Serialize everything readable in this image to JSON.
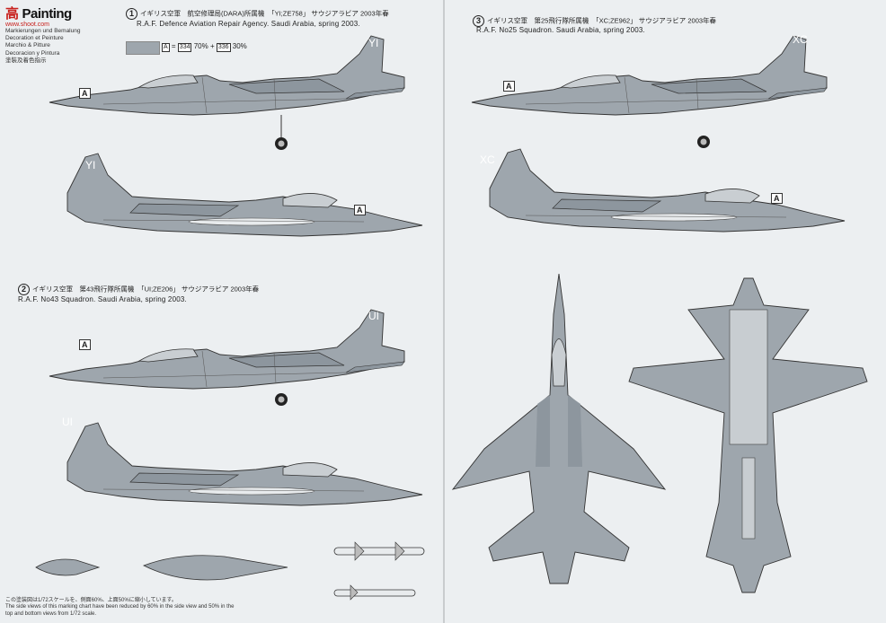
{
  "logo": {
    "main": "高",
    "paint": "Painting",
    "sub": "www.shoot.com"
  },
  "lang_lines": [
    "Markierungen und Bemalung",
    "Decoration et Peinture",
    "Marchio & Pitture",
    "Decoracion y Pintura",
    "塗裝及着色指示"
  ],
  "schemes": [
    {
      "number": "1",
      "jp": "イギリス空軍　航空修理局(DARA)所属機　「YI;ZE758」 サウジアラビア 2003年春",
      "en": "R.A.F. Defence Aviation Repair Agency. Saudi Arabia, spring 2003.",
      "code": "YI",
      "serial": "ZE758"
    },
    {
      "number": "2",
      "jp": "イギリス空軍　第43飛行隊所属機　「UI;ZE206」 サウジアラビア 2003年春",
      "en": "R.A.F. No43 Squadron. Saudi Arabia, spring 2003.",
      "code": "UI",
      "serial": "ZE206"
    },
    {
      "number": "3",
      "jp": "イギリス空軍　第25飛行隊所属機　「XC;ZE962」 サウジアラビア 2003年春",
      "en": "R.A.F. No25 Squadron. Saudi Arabia, spring 2003.",
      "code": "XC",
      "serial": "ZE962"
    }
  ],
  "color_mix": {
    "letter": "A",
    "c1": "334",
    "p1": "70%",
    "c2": "336",
    "p2": "30%"
  },
  "callout_a": "A",
  "footnote": [
    "この塗装図は1/72スケールを、側面60%、上面50%に縮小しています。",
    "The side views of this marking chart have been reduced by 60% in the side view and 50% in the",
    "top and bottom views from 1/72 scale."
  ],
  "colors": {
    "camo": "#9ea6ad",
    "line": "#333333",
    "accent": "#c8201c"
  }
}
